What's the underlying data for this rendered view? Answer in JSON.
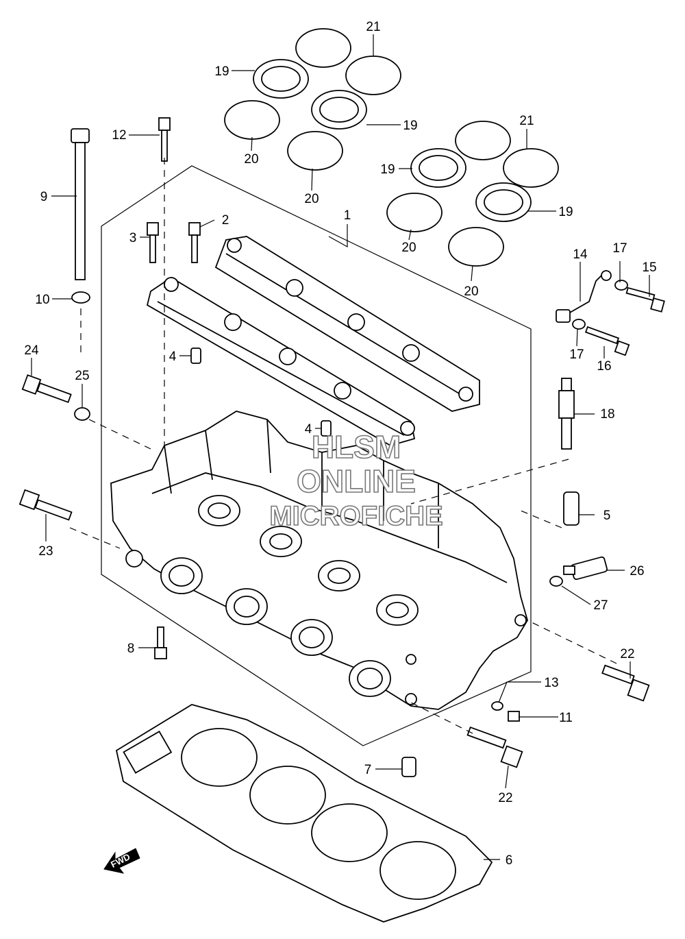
{
  "callouts": [
    "1",
    "2",
    "3",
    "4",
    "4",
    "5",
    "6",
    "7",
    "8",
    "9",
    "10",
    "11",
    "12",
    "13",
    "14",
    "15",
    "16",
    "17",
    "17",
    "18",
    "19",
    "19",
    "19",
    "19",
    "20",
    "20",
    "20",
    "20",
    "21",
    "21",
    "22",
    "22",
    "23",
    "24",
    "25",
    "26",
    "27"
  ],
  "watermark": {
    "line1": "HLSM",
    "line2": "ONLINE",
    "line3": "MICROFICHE"
  },
  "direction_arrow": {
    "label": "FWD",
    "icon": "fwd-arrow-icon"
  }
}
